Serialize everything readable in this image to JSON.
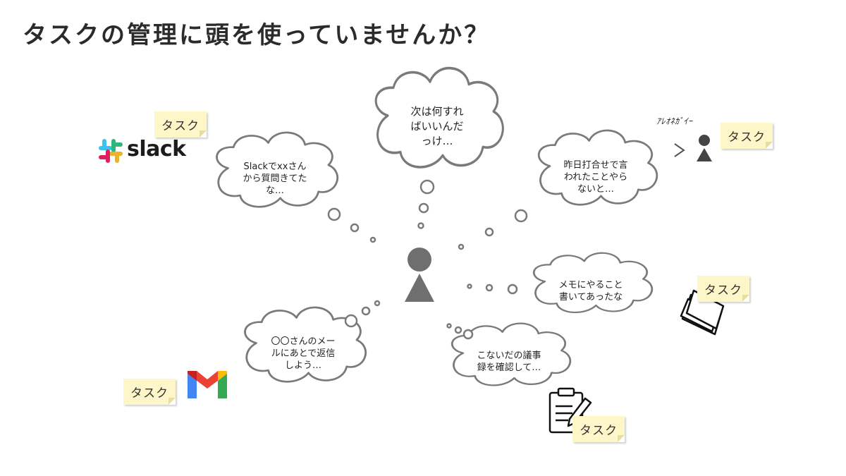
{
  "title": "タスクの管理に頭を使っていませんか？",
  "center_thought": [
    "次は何すれ",
    "ばいいんだ",
    "っけ…"
  ],
  "thoughts": {
    "slack": [
      "Slackでxxさん",
      "から質問きてた",
      "な…"
    ],
    "meeting": [
      "昨日打合せで言",
      "われたことやら",
      "ないと…"
    ],
    "memo": [
      "メモにやること",
      "書いてあったな"
    ],
    "mail": [
      "〇〇さんのメー",
      "ルにあとで返信",
      "しよう…"
    ],
    "minutes": [
      "こないだの議事",
      "録を確認して…"
    ]
  },
  "task_label": "タスク",
  "slack_logo_text": "slack",
  "boss_label": "ｱﾚｵﾈｶﾞｲｰ",
  "icons": {
    "person": "person-icon",
    "slack": "slack-logo-icon",
    "gmail": "gmail-logo-icon",
    "boss": "boss-person-icon",
    "notes": "notes-stack-icon",
    "clipboard": "clipboard-pencil-icon"
  },
  "colors": {
    "figure": "#6f6f6f",
    "cloud_stroke": "#7a7a7a",
    "sticky": "#fdf6c9",
    "slack_blue": "#36C5F0",
    "slack_green": "#2EB67D",
    "slack_yellow": "#ECB22E",
    "slack_red": "#E01E5A",
    "gmail_red": "#EA4335",
    "gmail_blue": "#4285F4",
    "gmail_green": "#34A853",
    "gmail_yellow": "#FBBC04"
  }
}
